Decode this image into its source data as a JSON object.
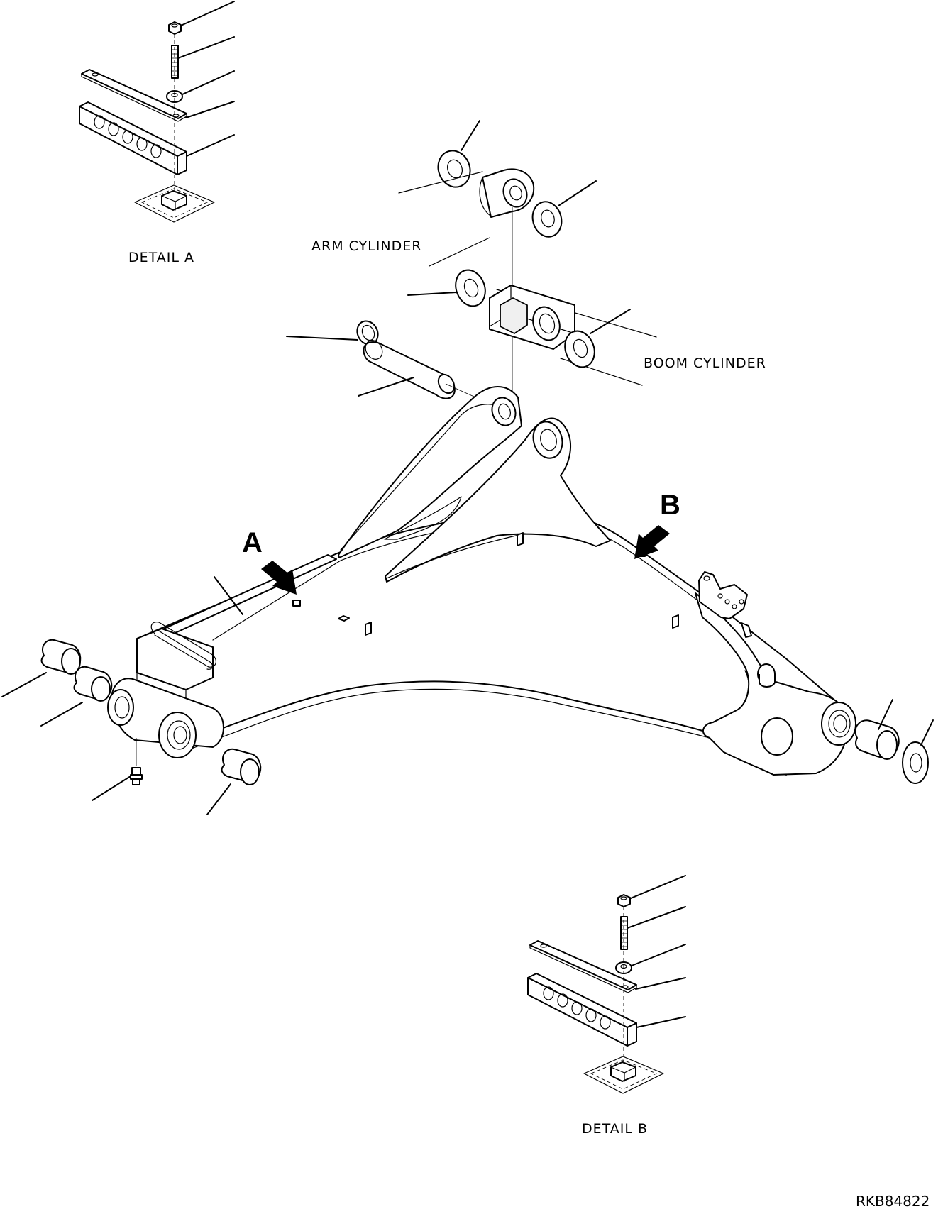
{
  "labels": {
    "detail_a": "DETAIL A",
    "detail_b": "DETAIL B",
    "arm_cylinder": "ARM CYLINDER",
    "boom_cylinder": "BOOM CYLINDER",
    "view_a": "A",
    "view_b": "B",
    "drawing_code": "RKB84822"
  }
}
